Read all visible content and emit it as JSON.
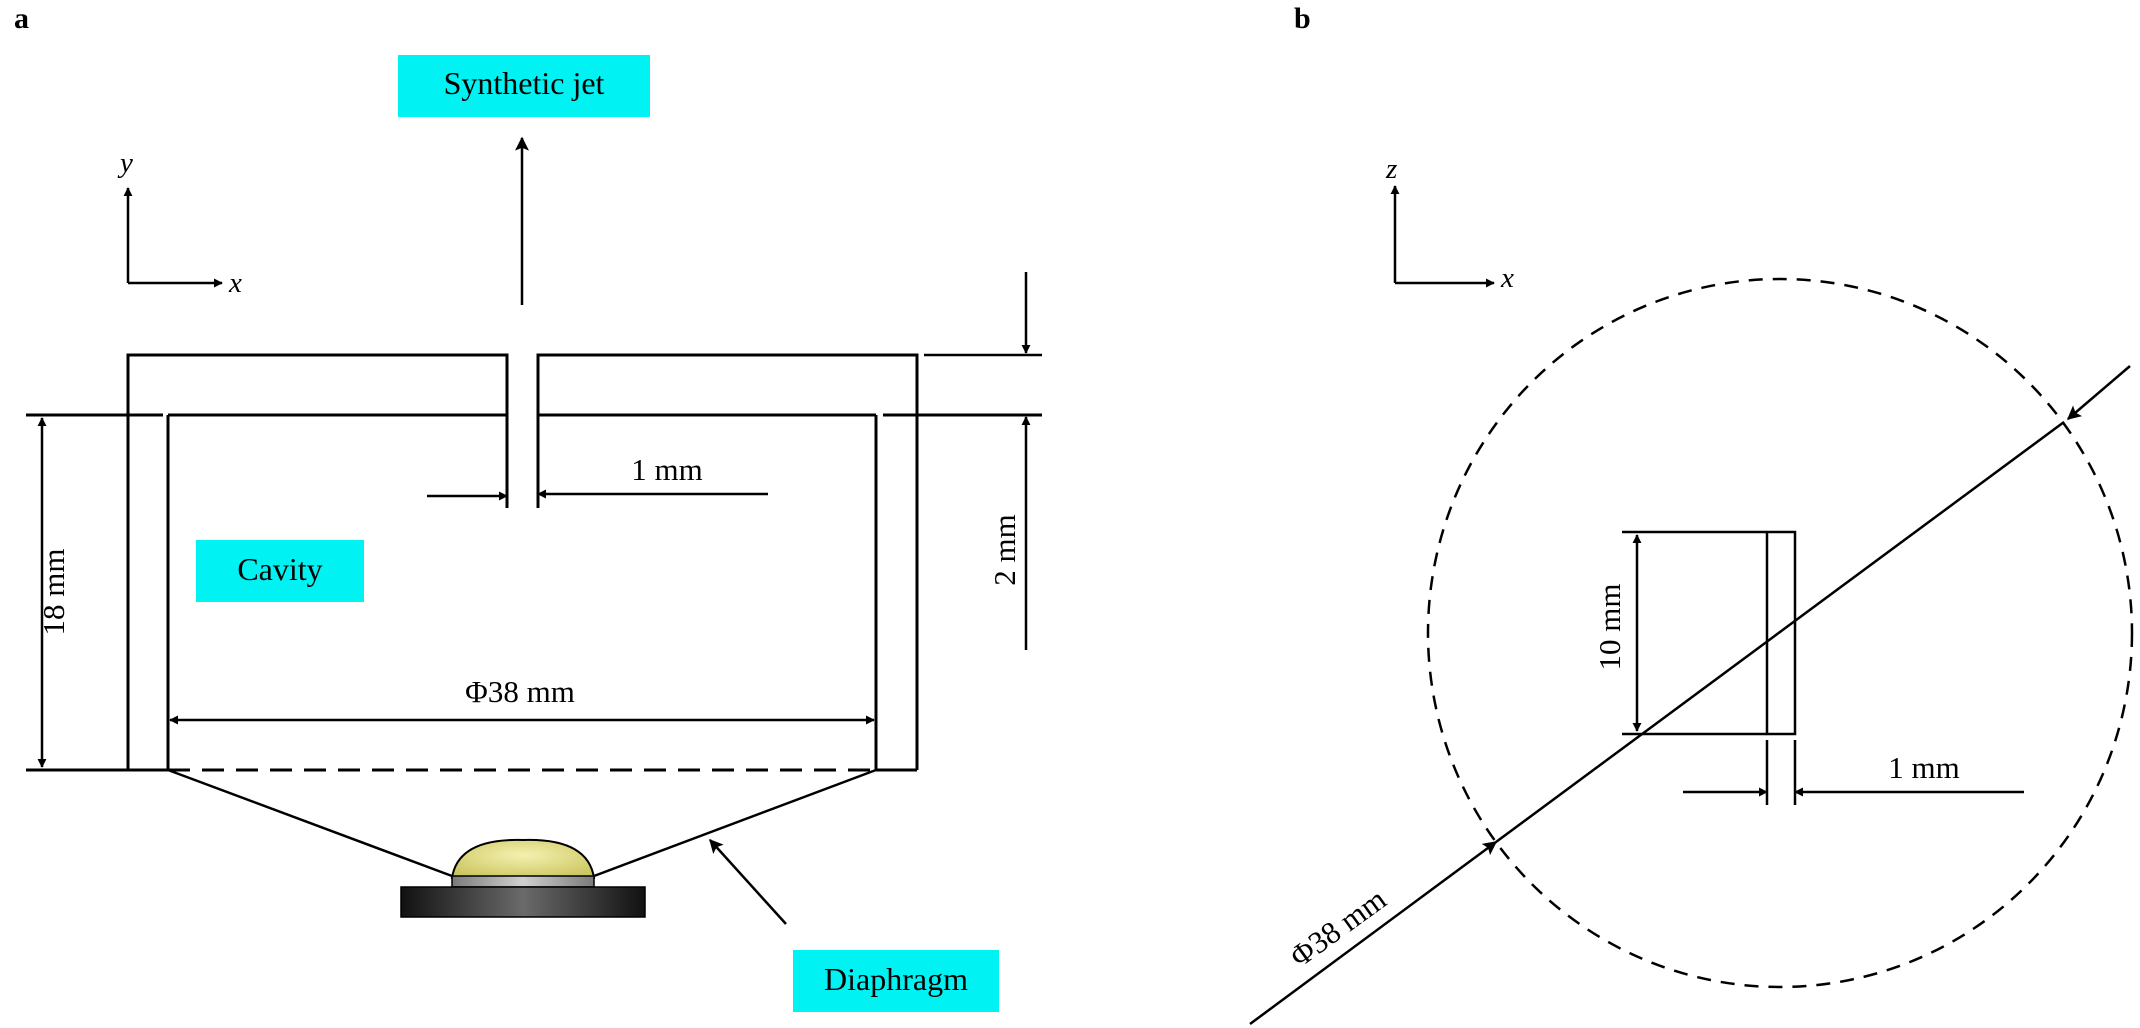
{
  "panels": {
    "a": "a",
    "b": "b"
  },
  "labels": {
    "synthetic_jet": "Synthetic  jet",
    "cavity": "Cavity",
    "diaphragm": "Diaphragm"
  },
  "axes_a": {
    "y": "y",
    "x": "x"
  },
  "axes_b": {
    "z": "z",
    "x": "x"
  },
  "dimensions_a": {
    "orifice_width": "1 mm",
    "cavity_diameter": "Φ38 mm",
    "cavity_height": "18 mm",
    "plate_thickness": "2 mm"
  },
  "dimensions_b": {
    "slot_length": "10 mm",
    "slot_width": "1 mm",
    "diameter": "Φ38 mm"
  },
  "colors": {
    "label_box": "#00f2f2",
    "diaphragm_dome": "#e6e28a",
    "actuator_base": "#3a3a3a",
    "line": "#000000"
  }
}
